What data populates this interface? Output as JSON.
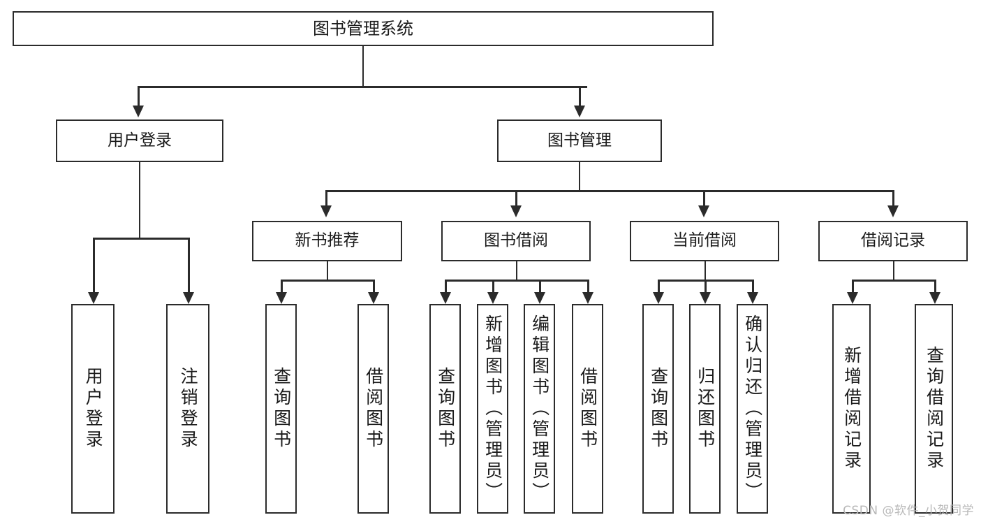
{
  "diagram": {
    "title": "图书管理系统",
    "watermark": "CSDN @软件_小贺同学",
    "line_color": "#2b2b2b",
    "box_fill": "#ffffff",
    "background": "#ffffff",
    "root": {
      "label": "图书管理系统"
    },
    "level2": [
      {
        "key": "user_login",
        "label": "用户登录"
      },
      {
        "key": "book_manage",
        "label": "图书管理"
      }
    ],
    "level3": [
      {
        "key": "new_book_rec",
        "label": "新书推荐"
      },
      {
        "key": "book_borrow",
        "label": "图书借阅"
      },
      {
        "key": "current_borrow",
        "label": "当前借阅"
      },
      {
        "key": "borrow_record",
        "label": "借阅记录"
      }
    ],
    "leaves": [
      {
        "key": "leaf_user_login",
        "parent": "user_login",
        "label": "用户登录"
      },
      {
        "key": "leaf_user_logout",
        "parent": "user_login",
        "label": "注销登录"
      },
      {
        "key": "leaf_query_book_1",
        "parent": "new_book_rec",
        "label": "查询图书"
      },
      {
        "key": "leaf_borrow_book_1",
        "parent": "new_book_rec",
        "label": "借阅图书"
      },
      {
        "key": "leaf_query_book_2",
        "parent": "book_borrow",
        "label": "查询图书"
      },
      {
        "key": "leaf_add_book",
        "parent": "book_borrow",
        "label": "新增图书（管理员）"
      },
      {
        "key": "leaf_edit_book",
        "parent": "book_borrow",
        "label": "编辑图书（管理员）"
      },
      {
        "key": "leaf_borrow_book_2",
        "parent": "book_borrow",
        "label": "借阅图书"
      },
      {
        "key": "leaf_query_book_3",
        "parent": "current_borrow",
        "label": "查询图书"
      },
      {
        "key": "leaf_return_book",
        "parent": "current_borrow",
        "label": "归还图书"
      },
      {
        "key": "leaf_confirm_return",
        "parent": "current_borrow",
        "label": "确认归还（管理员）"
      },
      {
        "key": "leaf_add_record",
        "parent": "borrow_record",
        "label": "新增借阅记录"
      },
      {
        "key": "leaf_query_record",
        "parent": "borrow_record",
        "label": "查询借阅记录"
      }
    ]
  }
}
